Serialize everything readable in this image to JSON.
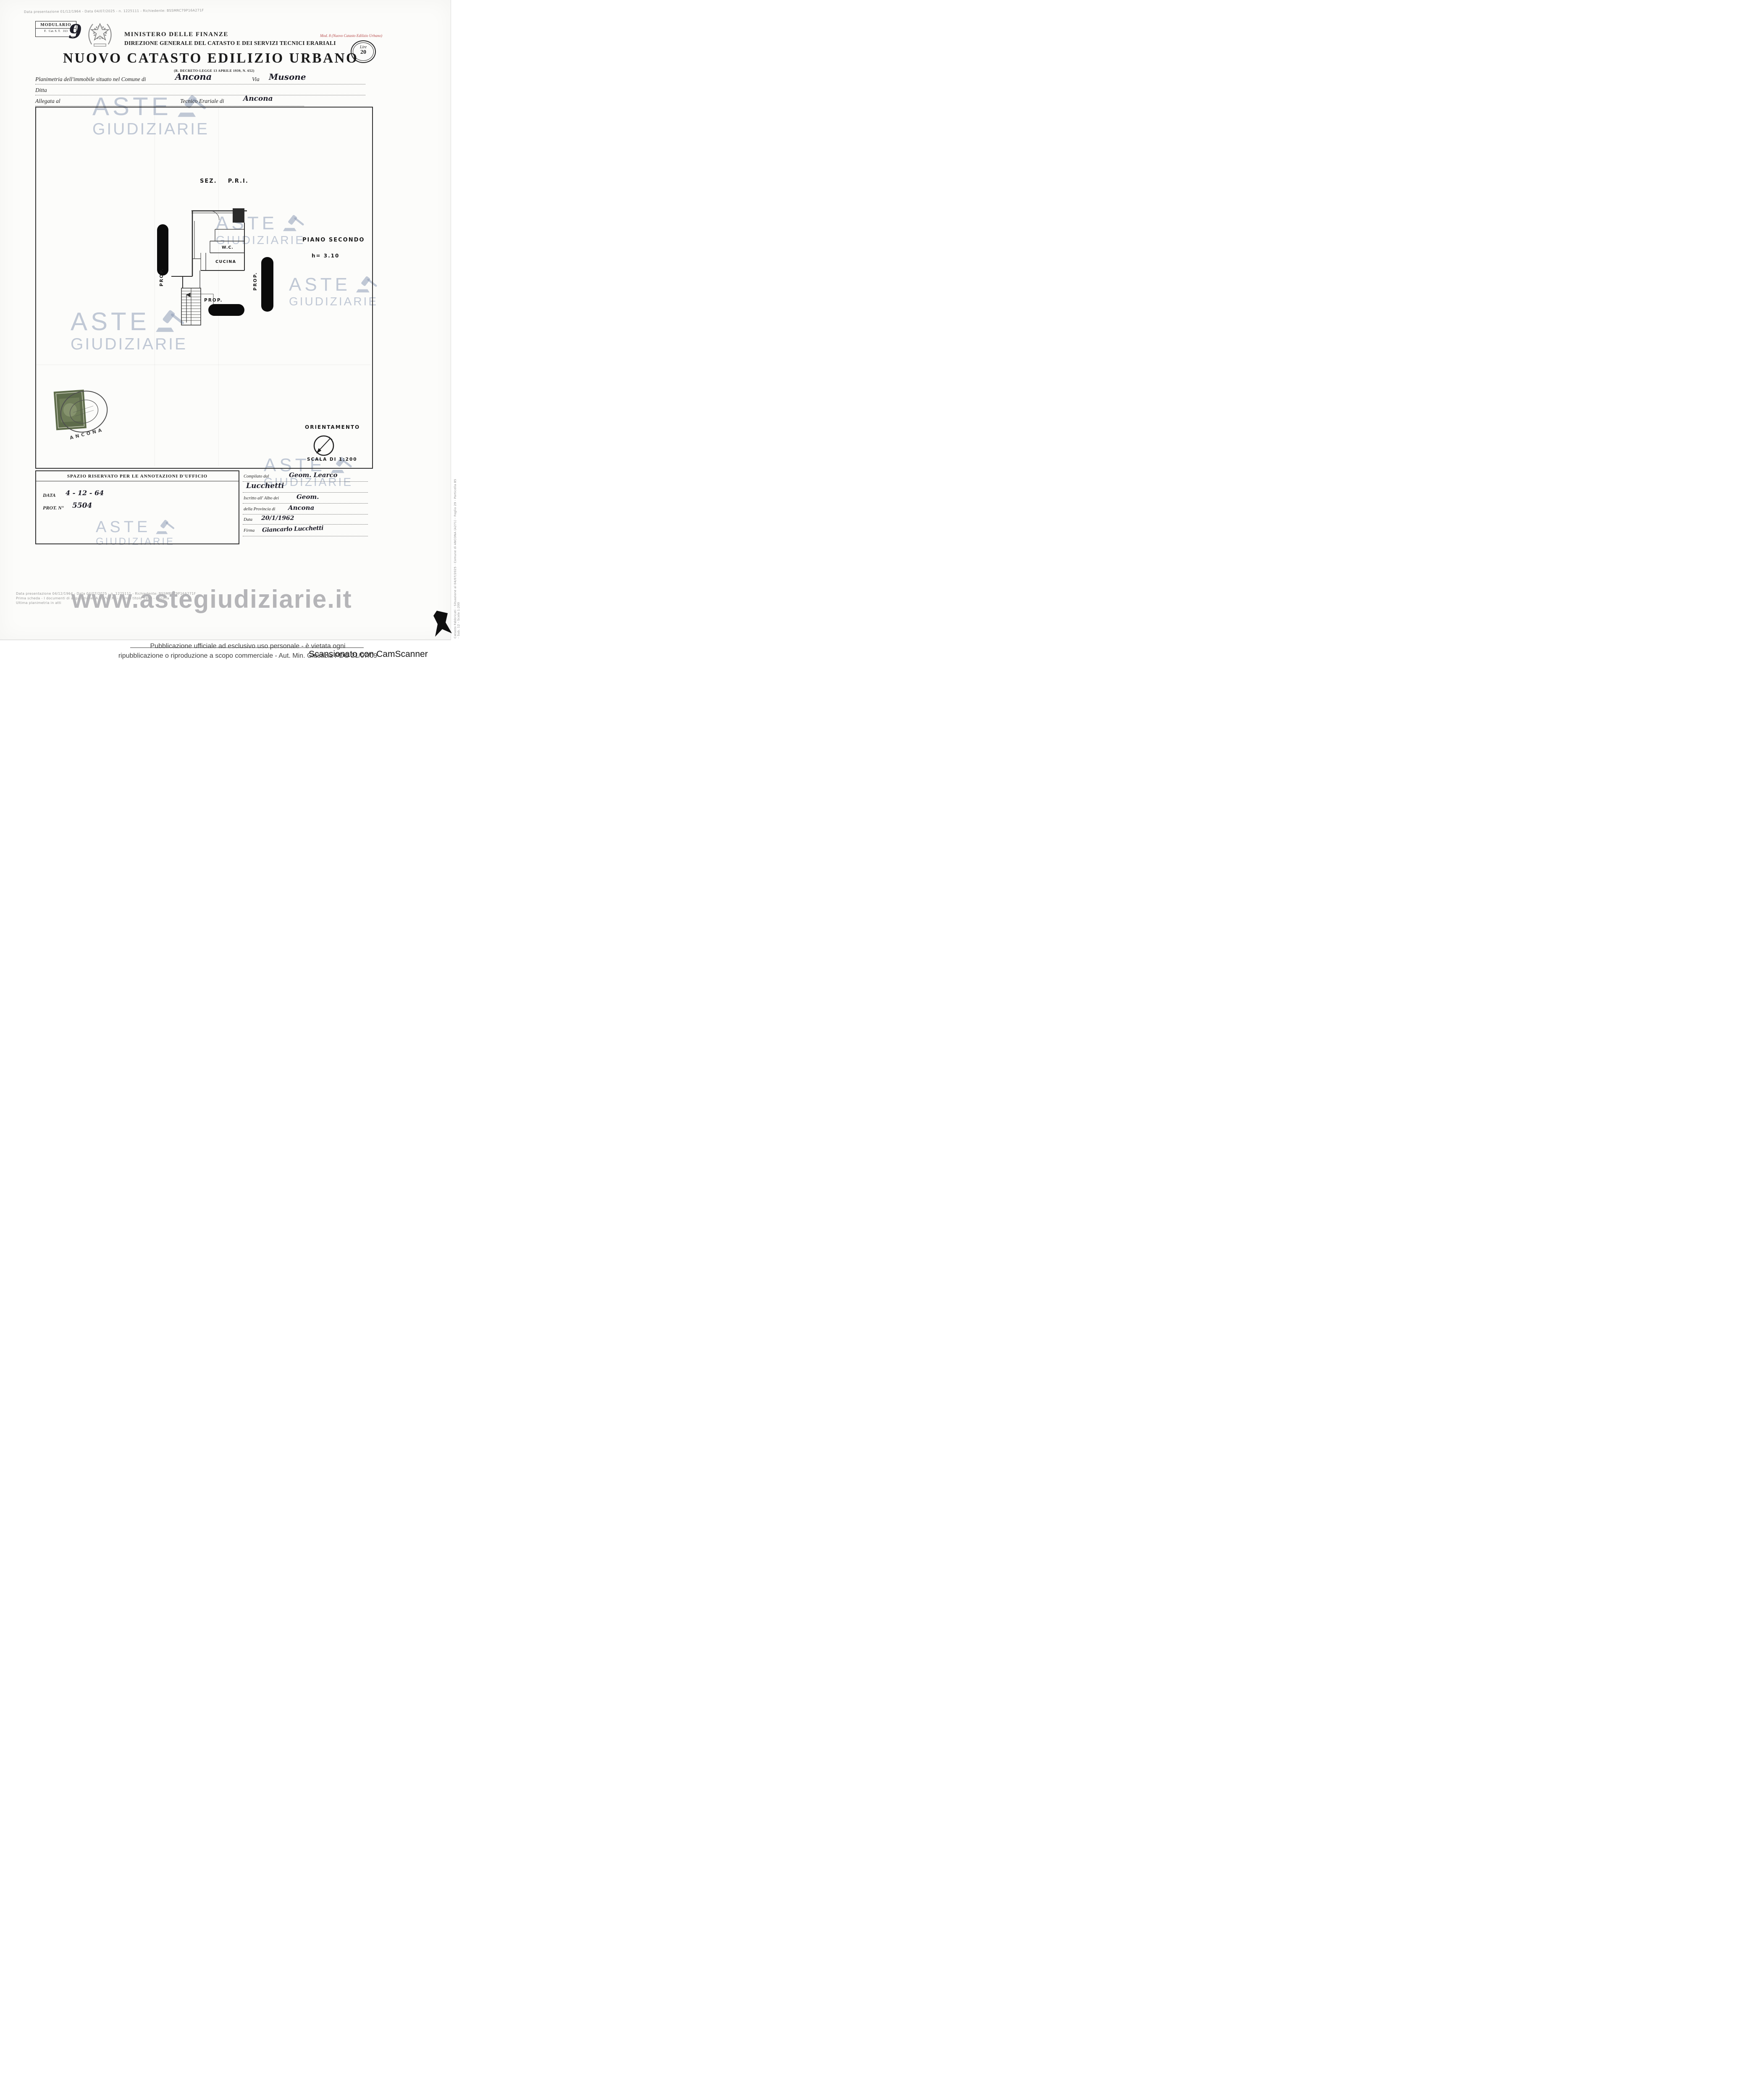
{
  "scan": {
    "top_line": "Data presentazione 01/12/1964 - Data 04/07/2025 - n. 1225111 - Richiedente: BSSMRC79P16A271F",
    "mod_note": "Mod. 8 (Nuovo Catasto Edilizio Urbano)",
    "side_vertical_text": "Catasto Fabbricati - Situazione al 04/07/2025 - Comune di ANCONA (A271) - Foglio 29 - Particella 85 - Sub. 12 - Scala 1:200",
    "camscanner_note": "Scansionato con CamScanner"
  },
  "header": {
    "modulario_title": "MODULARIO",
    "modulario_sub": "F.   Cat. S. T.   313",
    "handwritten_number": "9",
    "ministry": "MINISTERO DELLE FINANZE",
    "directorate": "DIREZIONE GENERALE DEL CATASTO E DEI SERVIZI TECNICI ERARIALI",
    "title": "NUOVO CATASTO EDILIZIO URBANO",
    "decree": "(R. DECRETO-LEGGE 13 APRILE 1939, N. 652)",
    "lire_label": "Lire",
    "lire_value": "20"
  },
  "form": {
    "planimetria_label": "Planimetria dell'immobile situato nel Comune di",
    "comune_value": "Ancona",
    "via_label": "Via",
    "via_value": "Musone",
    "ditta_label": "Ditta",
    "allegata_label": "Allegata al",
    "tecnico_label": "Tecnico Erariale di",
    "tecnico_value": "Ancona"
  },
  "plan": {
    "section": "SEZ.    P.R.I.",
    "floor": "PIANO SECONDO",
    "height": "h= 3.10",
    "room_wc": "W.C.",
    "room_cucina": "CUCINA",
    "prop_left": "PROP.",
    "prop_center": "PROP.",
    "prop_right": "PROP.",
    "orientation": "ORIENTAMENTO",
    "scale": "SCALA DI 1:200",
    "postmark_city": "ANCONA"
  },
  "annotations": {
    "title": "SPAZIO RISERVATO PER LE ANNOTAZIONI D'UFFICIO",
    "data_label": "DATA",
    "data_value": "4 - 12 - 64",
    "prot_label": "PROT. N°",
    "prot_value": "5504"
  },
  "compiler": {
    "compilato_label": "Compilato dal",
    "compilato_value": "Geom. Learco",
    "surname_value": "Lucchetti",
    "iscritto_label": "Iscritto all' Albo dei",
    "iscritto_value": "Geom.",
    "provincia_label": "della Provincia di",
    "provincia_value": "Ancona",
    "data_label": "Data",
    "data_value": "20/1/1962",
    "firma_label": "Firma",
    "firma_value": "Giancarlo Lucchetti"
  },
  "watermarks": {
    "aste": "ASTE",
    "giudiziarie": "GIUDIZIARIE",
    "site": "www.astegiudiziarie.it"
  },
  "footer": {
    "small_lines": [
      "Data presentazione 04/12/1964 - Data 04/07/2025 - n. 1225111 - Richiedente: BSSMRC79P16A271F",
      "Prima scheda - I documenti di acquisizione: A.M.VV.F.M. - Ultimo titolo 1998 - Ancona",
      "Ultima planimetria in atti"
    ],
    "disclaimer_line1": "Pubblicazione ufficiale ad esclusivo uso personale - è vietata ogni",
    "disclaimer_line2": "ripubblicazione o riproduzione a scopo commerciale - Aut. Min. Giustizia PDG 21/07/09"
  }
}
